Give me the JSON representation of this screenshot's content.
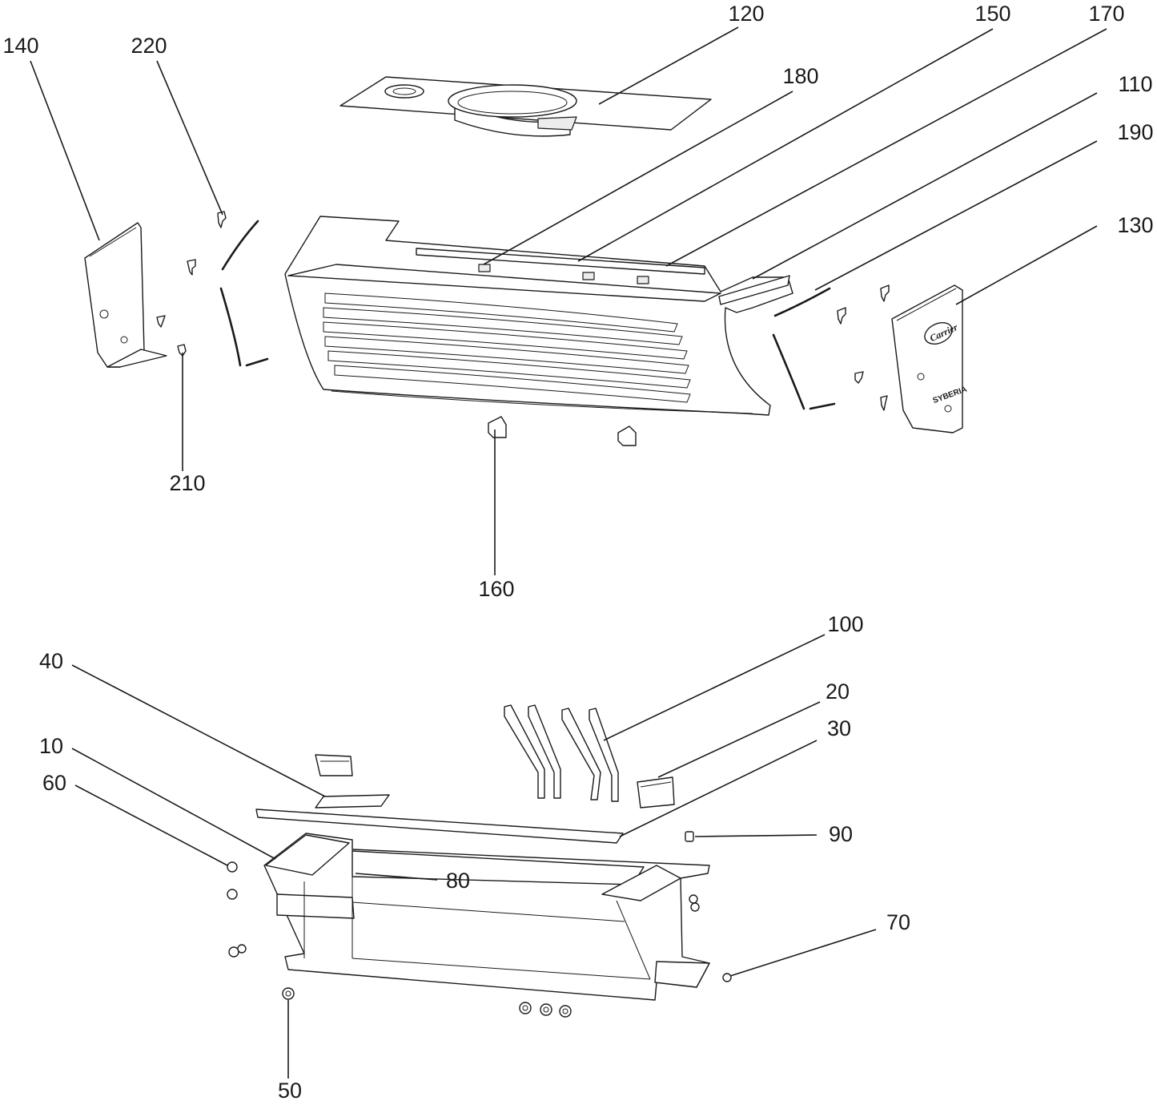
{
  "callouts": [
    {
      "id": "120",
      "label": "120"
    },
    {
      "id": "150",
      "label": "150"
    },
    {
      "id": "170",
      "label": "170"
    },
    {
      "id": "140",
      "label": "140"
    },
    {
      "id": "220",
      "label": "220"
    },
    {
      "id": "180",
      "label": "180"
    },
    {
      "id": "110",
      "label": "110"
    },
    {
      "id": "190",
      "label": "190"
    },
    {
      "id": "130",
      "label": "130"
    },
    {
      "id": "210",
      "label": "210"
    },
    {
      "id": "160",
      "label": "160"
    },
    {
      "id": "100",
      "label": "100"
    },
    {
      "id": "20",
      "label": "20"
    },
    {
      "id": "40",
      "label": "40"
    },
    {
      "id": "30",
      "label": "30"
    },
    {
      "id": "10",
      "label": "10"
    },
    {
      "id": "60",
      "label": "60"
    },
    {
      "id": "90",
      "label": "90"
    },
    {
      "id": "80",
      "label": "80"
    },
    {
      "id": "70",
      "label": "70"
    },
    {
      "id": "50",
      "label": "50"
    }
  ],
  "logo": {
    "brand": "Carrier",
    "model": "SYBERIA"
  }
}
